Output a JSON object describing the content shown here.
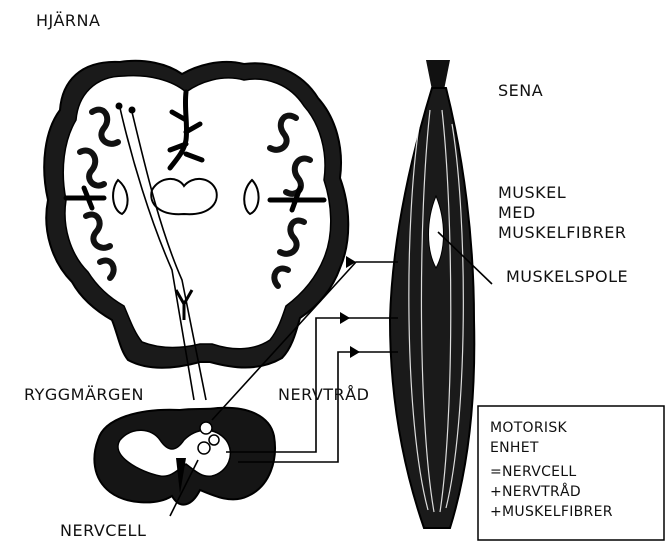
{
  "labels": {
    "brain": "HJÄRNA",
    "tendon": "SENA",
    "muscle_line1": "MUSKEL",
    "muscle_line2": "MED",
    "muscle_line3": "MUSKELFIBRER",
    "spindle": "MUSKELSPOLE",
    "spinal_cord": "RYGGMÄRGEN",
    "nerve_fiber": "NERVTRÅD",
    "nerve_cell": "NERVCELL"
  },
  "legend_box": {
    "lines": [
      "MOTORISK",
      "ENHET",
      "=NERVCELL",
      "+NERVTRÅD",
      "+MUSKELFIBRER"
    ]
  }
}
